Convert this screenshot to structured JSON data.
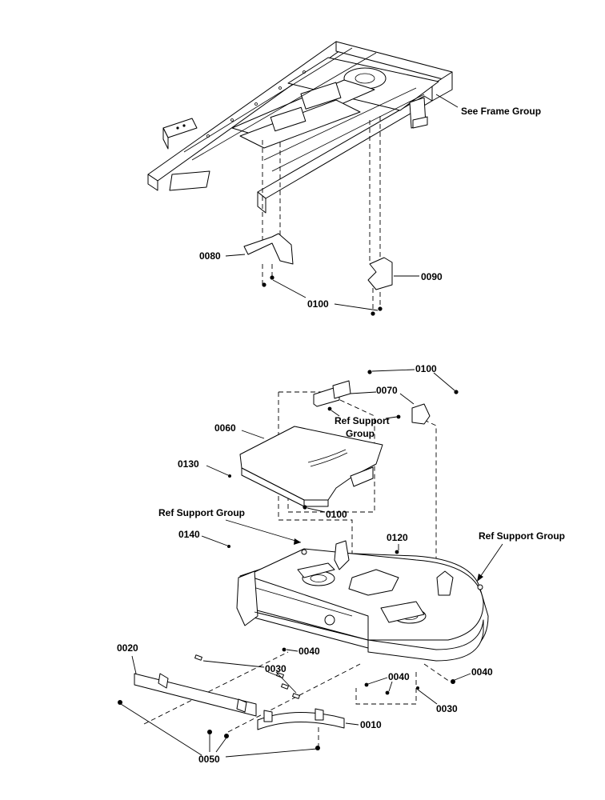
{
  "callouts": {
    "see_frame_group": "See Frame Group",
    "ref_support_group_top": "Ref Support",
    "ref_support_group_top_2": "Group",
    "ref_support_group_left": "Ref Support Group",
    "ref_support_group_right": "Ref Support Group"
  },
  "parts": {
    "p0080": "0080",
    "p0090": "0090",
    "p0100_a": "0100",
    "p0100_b": "0100",
    "p0100_c": "0100",
    "p0070": "0070",
    "p0060": "0060",
    "p0130": "0130",
    "p0140": "0140",
    "p0120": "0120",
    "p0020": "0020",
    "p0030_a": "0030",
    "p0030_b": "0030",
    "p0040_a": "0040",
    "p0040_b": "0040",
    "p0040_c": "0040",
    "p0010": "0010",
    "p0050": "0050"
  }
}
